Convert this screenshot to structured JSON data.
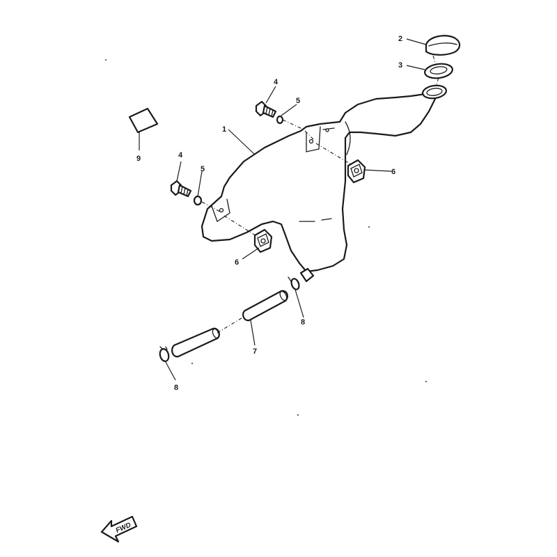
{
  "diagram": {
    "callouts": [
      {
        "id": "c2",
        "label": "2"
      },
      {
        "id": "c3",
        "label": "3"
      },
      {
        "id": "c4a",
        "label": "4"
      },
      {
        "id": "c5a",
        "label": "5"
      },
      {
        "id": "c1",
        "label": "1"
      },
      {
        "id": "c9",
        "label": "9"
      },
      {
        "id": "c4b",
        "label": "4"
      },
      {
        "id": "c5b",
        "label": "5"
      },
      {
        "id": "c6a",
        "label": "6"
      },
      {
        "id": "c6b",
        "label": "6"
      },
      {
        "id": "c8a",
        "label": "8"
      },
      {
        "id": "c7",
        "label": "7"
      },
      {
        "id": "c8b",
        "label": "8"
      }
    ],
    "direction_marker": {
      "text": "FWD",
      "icon": "forward-arrow-icon"
    }
  }
}
